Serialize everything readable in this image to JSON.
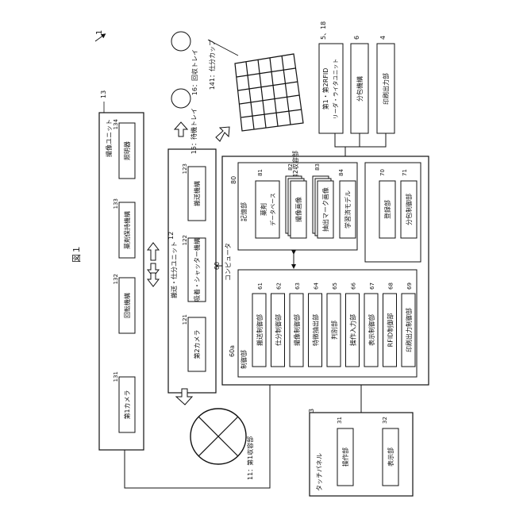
{
  "figure": {
    "title": "図１",
    "system_ref": "1"
  },
  "imaging_unit": {
    "label": "撮像ユニット",
    "ref": "13",
    "blocks": [
      {
        "ref": "131",
        "label": "第1カメラ"
      },
      {
        "ref": "132",
        "label": "回転機構"
      },
      {
        "ref": "133",
        "label": "薬剤保持機構"
      },
      {
        "ref": "134",
        "label": "照明器"
      }
    ]
  },
  "transport_unit": {
    "label": "搬送・仕分ユニット",
    "ref": "12",
    "blocks": [
      {
        "ref": "121",
        "label": "第2カメラ"
      },
      {
        "ref": "122",
        "label": "吸着・シャッター機構"
      },
      {
        "ref": "123",
        "label": "搬送機構"
      }
    ]
  },
  "storage_1": {
    "label": "11：第1収容部"
  },
  "storage_2": {
    "label": "14：第2収容部"
  },
  "sorting_cup": {
    "label": "141：仕分カップ"
  },
  "waiting_tray": {
    "label": "15：待機トレイ"
  },
  "recovery_tray": {
    "label": "16：回収トレイ"
  },
  "external_devices": [
    {
      "ref": "5、18",
      "label_line1": "第1・第2RFID",
      "label_line2": "リーダ・ライタユニット"
    },
    {
      "ref": "6",
      "label": "分包機構"
    },
    {
      "ref": "4",
      "label": "印刷出力部"
    }
  ],
  "computer": {
    "label": "コンピュータ",
    "ref": "60",
    "control": {
      "label": "制御部",
      "ref": "60a",
      "blocks": [
        {
          "ref": "61",
          "label": "搬送制御部"
        },
        {
          "ref": "62",
          "label": "仕分制御部"
        },
        {
          "ref": "63",
          "label": "撮像制御部"
        },
        {
          "ref": "64",
          "label": "特徴抽出部"
        },
        {
          "ref": "65",
          "label": "判別部"
        },
        {
          "ref": "66",
          "label": "操作入力部"
        },
        {
          "ref": "67",
          "label": "表示制御部"
        },
        {
          "ref": "68",
          "label": "RFID制御部"
        },
        {
          "ref": "69",
          "label": "印刷出力制御部"
        }
      ]
    },
    "memory": {
      "label": "記憶部",
      "ref": "80",
      "blocks": [
        {
          "ref": "81",
          "label_line1": "薬剤",
          "label_line2": "データベース"
        },
        {
          "ref": "82",
          "label": "撮像画像"
        },
        {
          "ref": "83",
          "label": "抽出マーク画像"
        },
        {
          "ref": "84",
          "label": "学習済モデル"
        }
      ]
    },
    "right_group": {
      "blocks": [
        {
          "ref": "70",
          "label": "登録部"
        },
        {
          "ref": "71",
          "label": "分包制御部"
        }
      ]
    }
  },
  "touch_panel": {
    "label": "タッチパネル",
    "ref": "3",
    "blocks": [
      {
        "ref": "31",
        "label": "操作部"
      },
      {
        "ref": "32",
        "label": "表示部"
      }
    ]
  },
  "colors": {
    "line": "#111111",
    "background": "#ffffff"
  }
}
